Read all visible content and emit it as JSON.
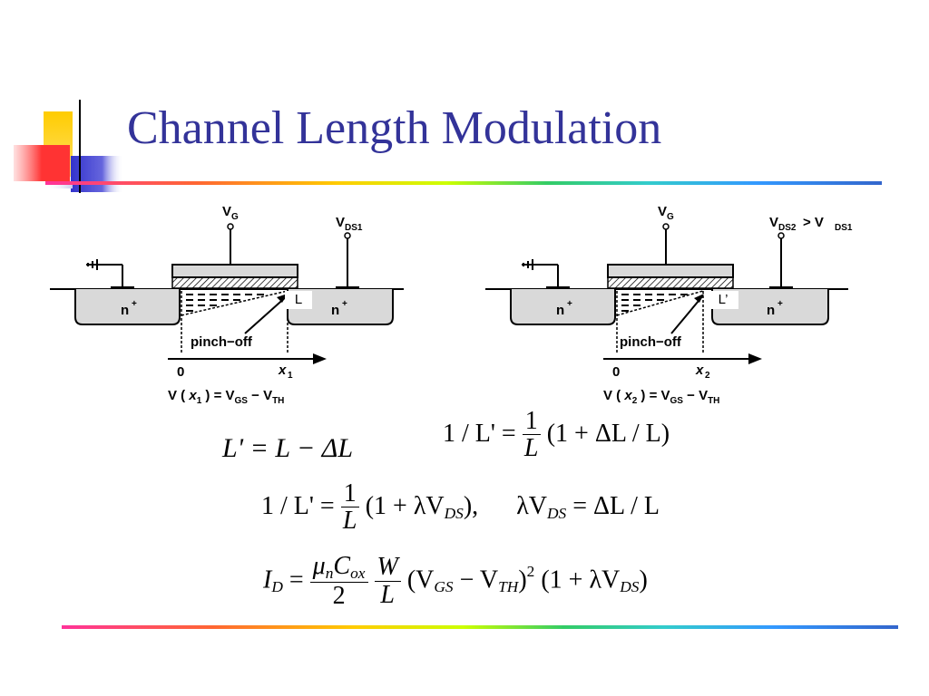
{
  "slide": {
    "title": "Channel Length Modulation"
  },
  "diagram_left": {
    "vg_label": "V",
    "vg_sub": "G",
    "vds_label": "V",
    "vds_sub": "DS1",
    "source_label": "n",
    "source_sup": "+",
    "drain_label": "n",
    "drain_sup": "+",
    "length_label": "L",
    "pinch_label": "pinch−off",
    "x0_label": "0",
    "x1_label": "x",
    "x1_sub": "1",
    "bottom_eq": "V ( x₁ ) = V<sub>GS</sub> − V<sub>TH</sub>"
  },
  "diagram_right": {
    "vg_label": "V",
    "vg_sub": "G",
    "vds_label": "V",
    "vds_sub": "DS2",
    "vds_cmp": " > V",
    "vds_cmp_sub": "DS1",
    "source_label": "n",
    "source_sup": "+",
    "drain_label": "n",
    "drain_sup": "+",
    "length_label": "L’",
    "pinch_label": "pinch−off",
    "x0_label": "0",
    "x2_label": "x",
    "x2_sub": "2"
  },
  "equations": {
    "eq1": "L' = L − ΔL",
    "eq2_lhs": "1 / L' =",
    "eq2_num": "1",
    "eq2_den": "L",
    "eq2_rhs": "(1 + ΔL / L)",
    "eq3_lhs": "1 / L' =",
    "eq3_num": "1",
    "eq3_den": "L",
    "eq3_rhs": "(1 + λV",
    "eq3_rhs_sub": "DS",
    "eq3_rhs_end": "),",
    "eq3_b": "λV",
    "eq3_b_sub": "DS",
    "eq3_b_end": "= ΔL / L",
    "eq4_lhs": "I",
    "eq4_lhs_sub": "D",
    "eq4_eq": "=",
    "eq4_num_mu": "μ",
    "eq4_num_mu_sub": "n",
    "eq4_num_c": "C",
    "eq4_num_c_sub": "ox",
    "eq4_den": "2",
    "eq4_w": "W",
    "eq4_l": "L",
    "eq4_paren": "(V",
    "eq4_gs": "GS",
    "eq4_minus": " − V",
    "eq4_th": "TH",
    "eq4_close": ")",
    "eq4_sq": "2",
    "eq4_tail": "(1 + λV",
    "eq4_tail_sub": "DS",
    "eq4_tail_end": ")"
  },
  "colors": {
    "title": "#333399",
    "deco_yellow": "#ffcc00",
    "deco_blue": "#3333cc",
    "deco_red": "#ff3333"
  }
}
